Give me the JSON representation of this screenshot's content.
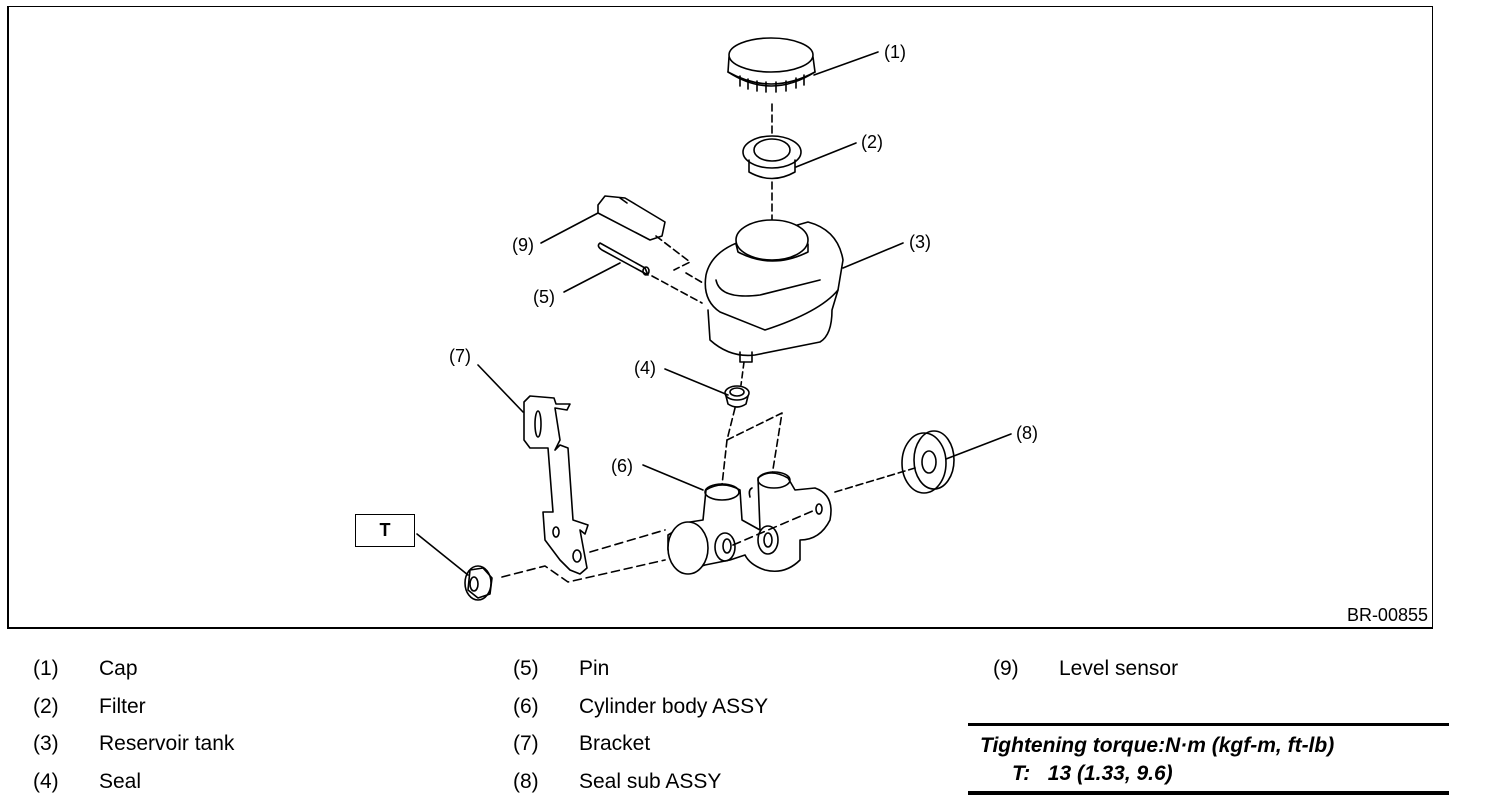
{
  "figure": {
    "id": "BR-00855",
    "torque_marker": "T",
    "callouts": [
      "(1)",
      "(2)",
      "(3)",
      "(4)",
      "(5)",
      "(6)",
      "(7)",
      "(8)",
      "(9)"
    ]
  },
  "legend": [
    {
      "num": "(1)",
      "label": "Cap"
    },
    {
      "num": "(2)",
      "label": "Filter"
    },
    {
      "num": "(3)",
      "label": "Reservoir tank"
    },
    {
      "num": "(4)",
      "label": "Seal"
    },
    {
      "num": "(5)",
      "label": "Pin"
    },
    {
      "num": "(6)",
      "label": "Cylinder body ASSY"
    },
    {
      "num": "(7)",
      "label": "Bracket"
    },
    {
      "num": "(8)",
      "label": "Seal sub ASSY"
    },
    {
      "num": "(9)",
      "label": "Level sensor"
    }
  ],
  "torque": {
    "title": "Tightening torque:N·m (kgf-m, ft-lb)",
    "value": "T:   13 (1.33, 9.6)"
  }
}
